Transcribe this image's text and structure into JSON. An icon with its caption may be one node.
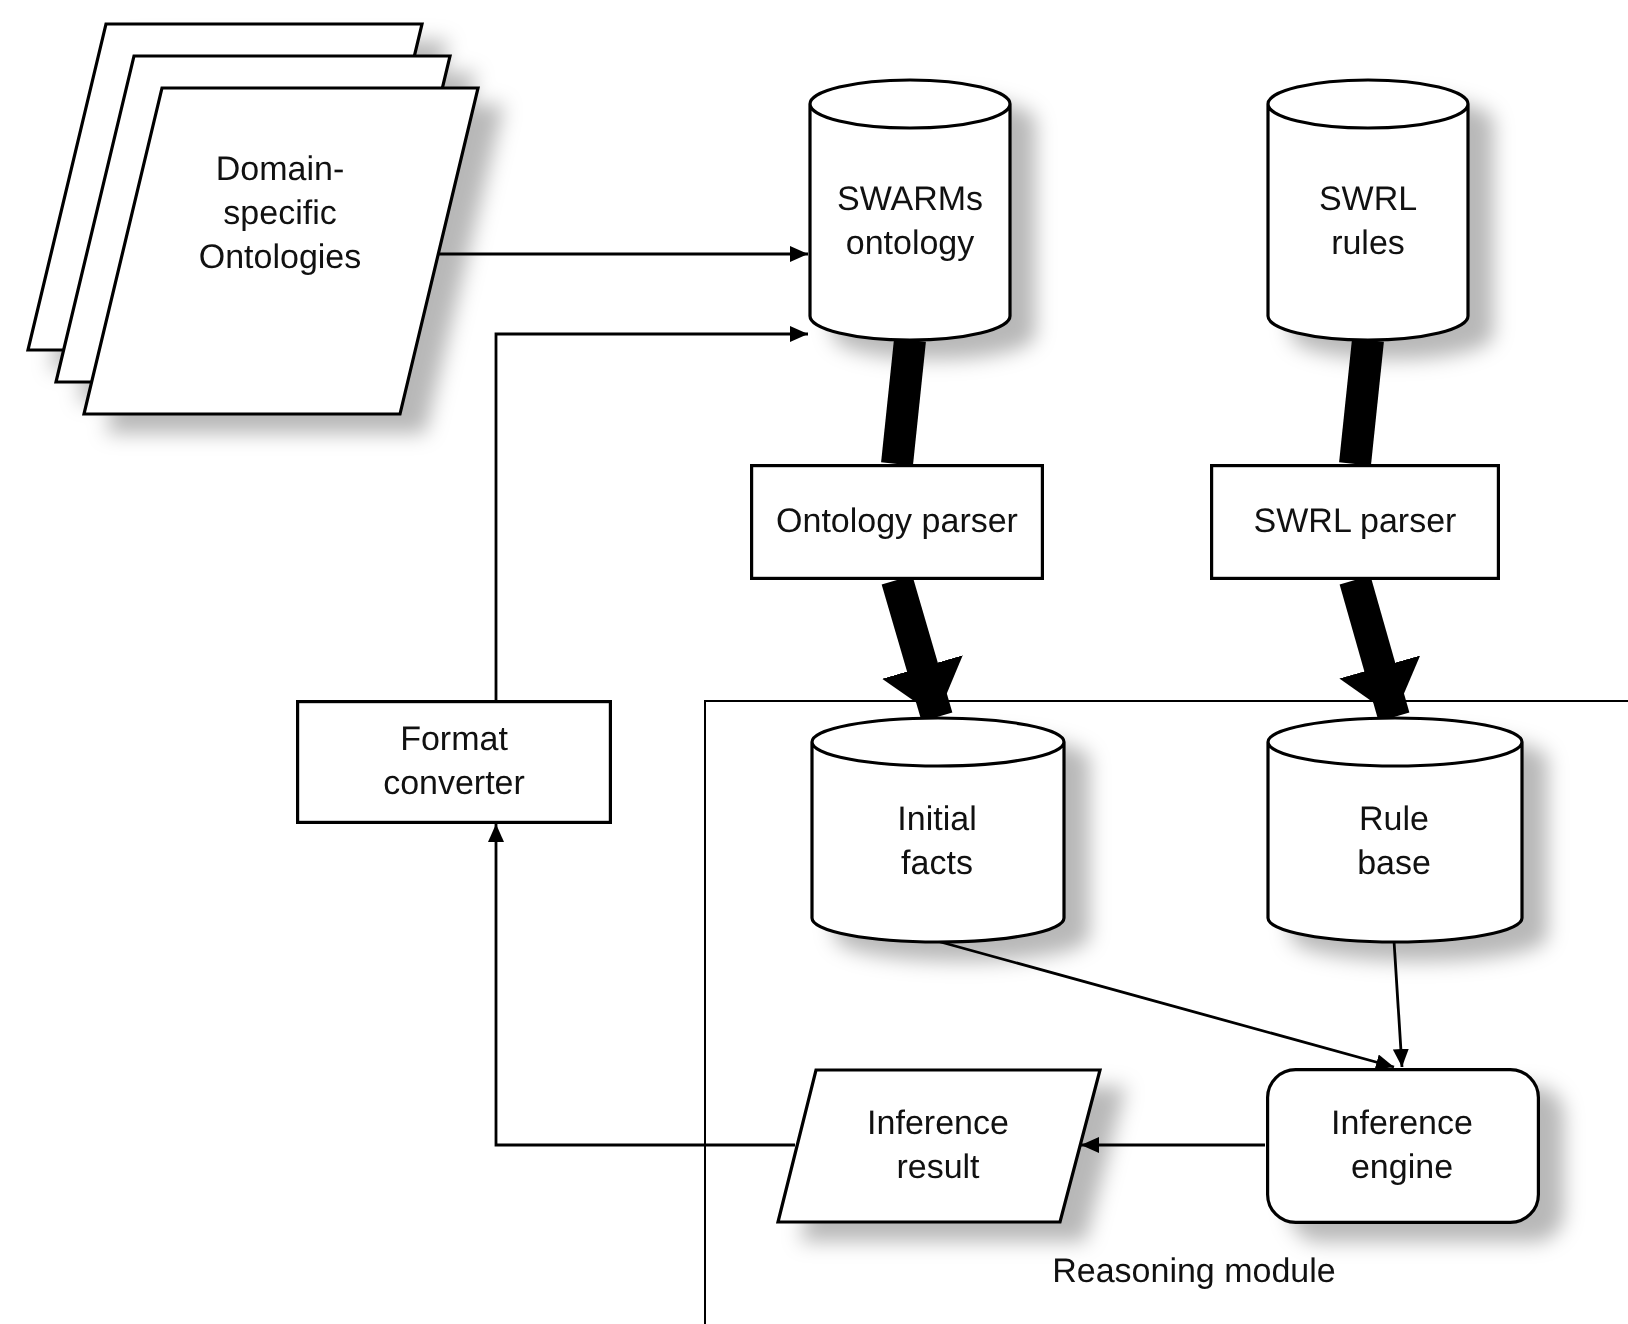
{
  "diagram": {
    "nodes": [
      {
        "text": [
          "Domain-specific Ontologies"
        ]
      },
      {
        "text": [
          "SWARMs ontology"
        ]
      },
      {
        "text": [
          "SWRL rules"
        ]
      },
      {
        "text": [
          "Ontology parser"
        ]
      },
      {
        "text": [
          "SWRL parser"
        ]
      },
      {
        "text": [
          "Format converter"
        ]
      },
      {
        "text": [
          "Reasoning module"
        ]
      },
      {
        "text": [
          "Initial facts"
        ],
        "in": 6
      },
      {
        "text": [
          "Rule base"
        ],
        "in": 6
      },
      {
        "text": [
          "Inference result"
        ],
        "in": 6
      },
      {
        "text": [
          "Inference engine"
        ],
        "in": 6
      }
    ],
    "edges": [
      {
        "from": 0,
        "to": 1,
        "arrow": "to"
      },
      {
        "from": 1,
        "to": 3,
        "arrow": "none",
        "style": "thick"
      },
      {
        "from": 2,
        "to": 4,
        "arrow": "none",
        "style": "thick"
      },
      {
        "from": 3,
        "to": 7,
        "arrow": "to",
        "style": "thick"
      },
      {
        "from": 4,
        "to": 8,
        "arrow": "to",
        "style": "thick"
      },
      {
        "from": 7,
        "to": 10,
        "arrow": "to"
      },
      {
        "from": 8,
        "to": 10,
        "arrow": "to"
      },
      {
        "from": 10,
        "to": 9,
        "arrow": "to"
      },
      {
        "from": 9,
        "to": 5,
        "arrow": "to"
      },
      {
        "from": 5,
        "to": 1,
        "arrow": "to"
      }
    ]
  }
}
